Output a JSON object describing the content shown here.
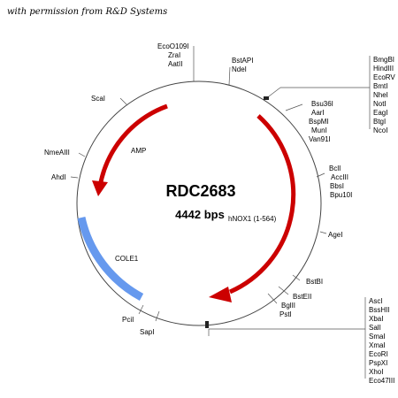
{
  "caption": "with permission from R&D Systems",
  "plasmid": {
    "name": "RDC2683",
    "size": "4442 bps"
  },
  "features": [
    {
      "label": "AMP",
      "kind": "arrow",
      "color": "#cc0000"
    },
    {
      "label": "hNOX1 (1-564)",
      "kind": "arrow",
      "color": "#cc0000"
    },
    {
      "label": "COLE1",
      "kind": "region",
      "color": "#6699ee"
    }
  ],
  "sites": {
    "top_left": [
      "EcoO109I",
      "ZraI",
      "AatII"
    ],
    "top": [
      "BstAPI",
      "NdeI"
    ],
    "mcs_top": [
      "BmgBI",
      "HindIII",
      "EcoRV",
      "BmtI",
      "NheI",
      "NotI",
      "EagI",
      "BtgI",
      "NcoI"
    ],
    "right_upper": [
      "Bsu36I",
      "AarI",
      "BspMI",
      "MunI",
      "Van91I"
    ],
    "right_mid": [
      "BclI",
      "AccIII",
      "BbsI",
      "Bpu10I"
    ],
    "right_single": [
      "AgeI"
    ],
    "right_lower_1": [
      "BstBI"
    ],
    "right_lower_2": [
      "BstEII"
    ],
    "right_lower_3": [
      "BglII",
      "PstI"
    ],
    "mcs_bottom": [
      "AscI",
      "BssHII",
      "XbaI",
      "SalI",
      "SmaI",
      "XmaI",
      "EcoRI",
      "PspXI",
      "XhoI",
      "Eco47III"
    ],
    "left": [
      "ScaI",
      "NmeAIII",
      "AhdI",
      "PciI",
      "SapI"
    ]
  }
}
